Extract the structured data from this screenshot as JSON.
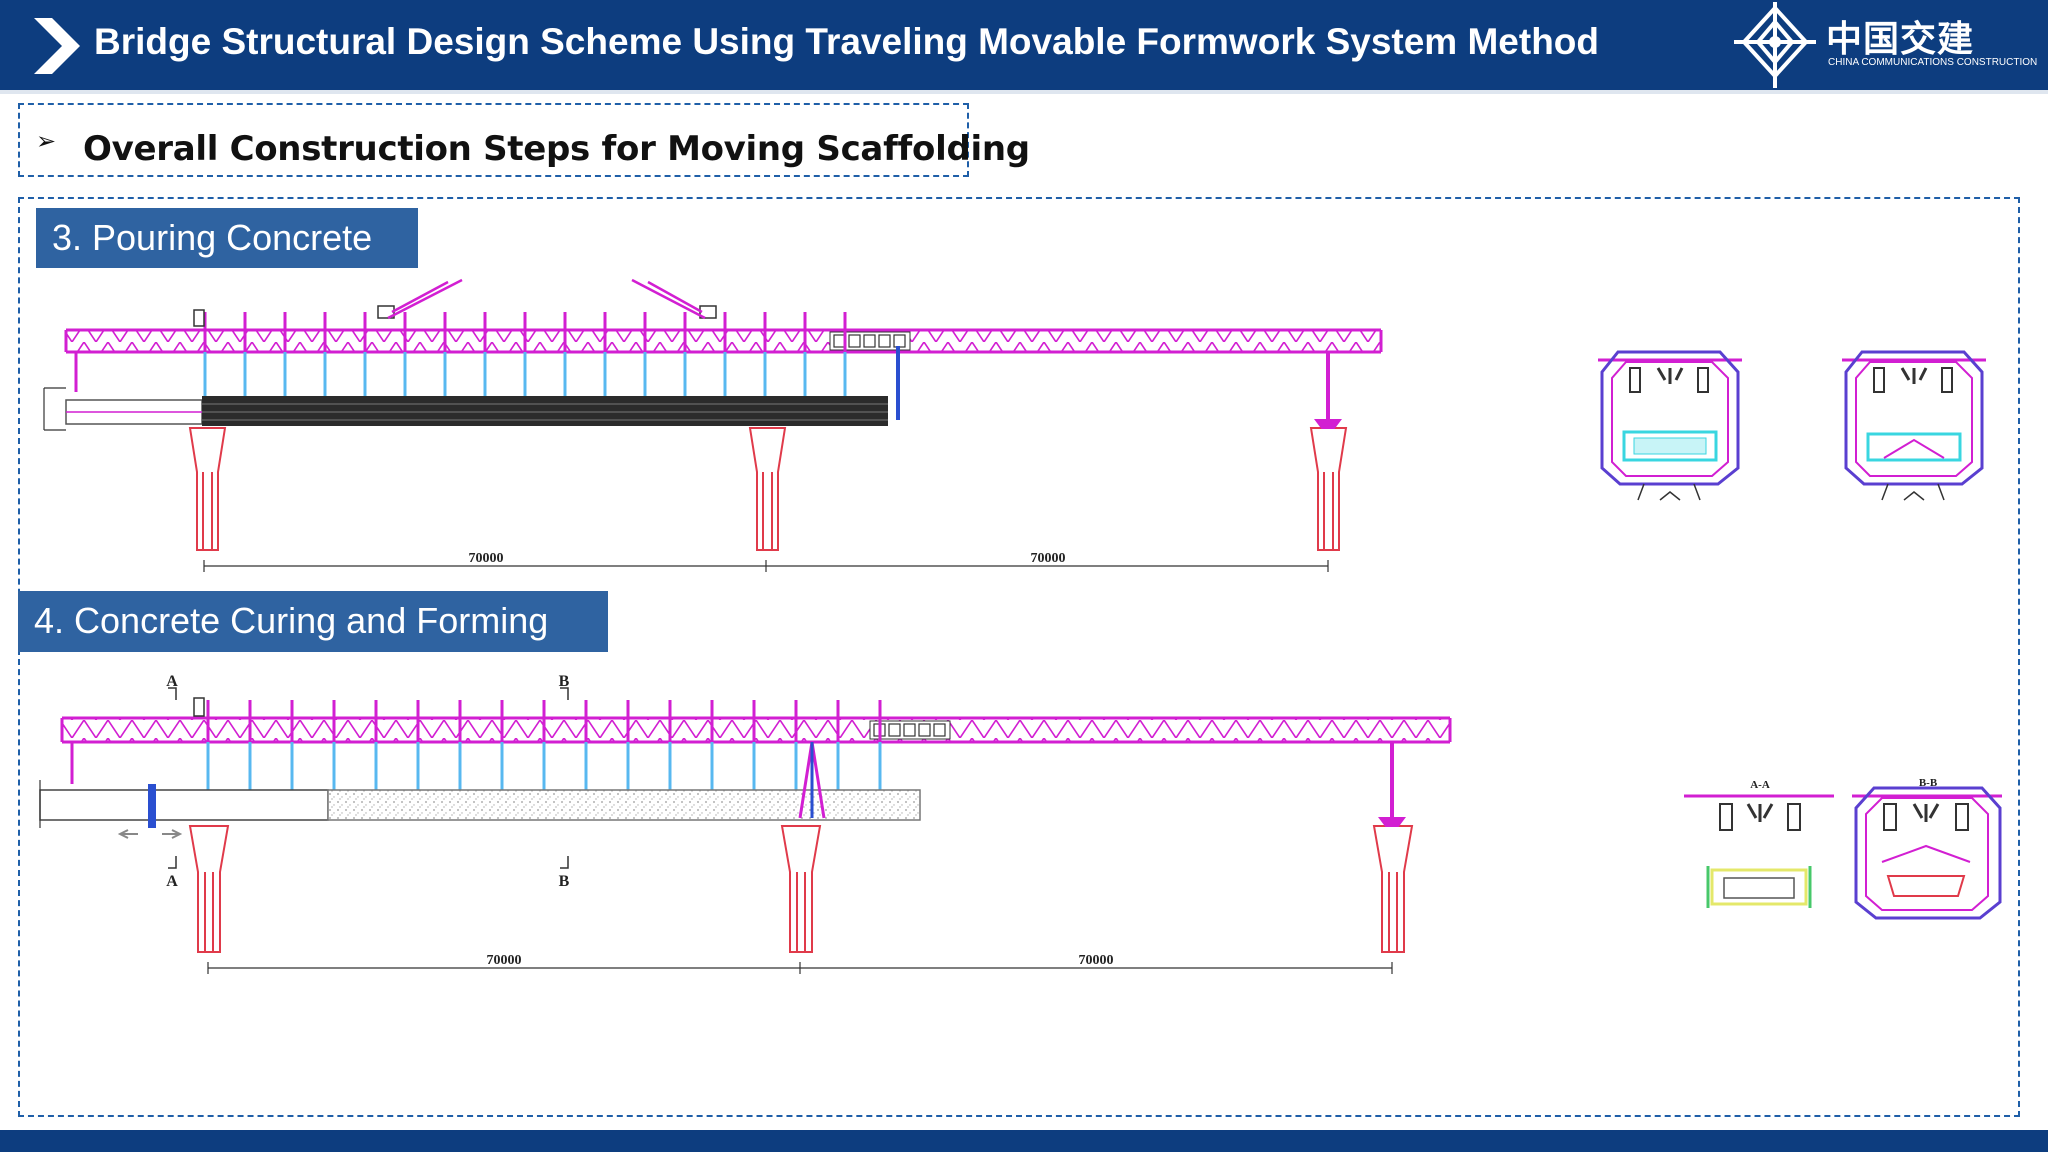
{
  "header": {
    "title": "Bridge Structural Design Scheme Using Traveling Movable Formwork System Method",
    "logo_cn": "中国交建",
    "logo_en": "CHINA COMMUNICATIONS CONSTRUCTION",
    "icon": "chevron-right-icon",
    "background": "#0d3d7f"
  },
  "subtitle": {
    "marker": "➢",
    "text": "Overall Construction Steps for Moving Scaffolding"
  },
  "steps": [
    {
      "label": "3. Pouring Concrete",
      "dimensions": [
        "70000",
        "70000"
      ]
    },
    {
      "label": "4. Concrete Curing and Forming",
      "dimensions": [
        "70000",
        "70000"
      ],
      "markers": [
        "A",
        "B",
        "A",
        "B"
      ],
      "section_labels": [
        "A-A",
        "B-B"
      ]
    }
  ],
  "colors": {
    "truss": "#d21fd2",
    "hanger": "#58b8f0",
    "pier": "#e03a4a",
    "girder": "#2b2b2b",
    "section_frame": "#5a3fd0",
    "accent_blue": "#2f63a1"
  }
}
